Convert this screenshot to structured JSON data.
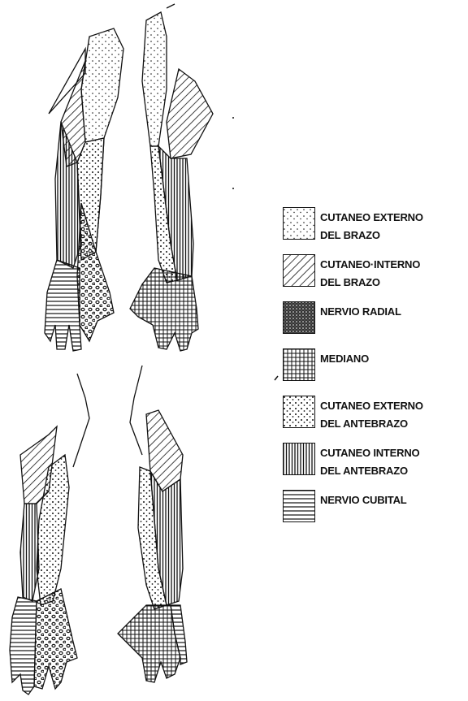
{
  "legend": [
    {
      "line1": "CUTANEO EXTERNO",
      "line2": "DEL BRAZO",
      "pattern": "dots-light"
    },
    {
      "line1": "CUTANEO·INTERNO",
      "line2": "DEL BRAZO",
      "pattern": "diagonal-light"
    },
    {
      "line1": "NERVIO RADIAL",
      "line2": "",
      "pattern": "dense-dark"
    },
    {
      "line1": "MEDIANO",
      "line2": "",
      "pattern": "grid"
    },
    {
      "line1": "CUTANEO EXTERNO",
      "line2": "DEL ANTEBRAZO",
      "pattern": "dots"
    },
    {
      "line1": "CUTANEO INTERNO",
      "line2": "DEL ANTEBRAZO",
      "pattern": "vertical-dark"
    },
    {
      "line1": "NERVIO CUBITAL",
      "line2": "",
      "pattern": "horizontal"
    }
  ],
  "colors": {
    "ink": "#111111",
    "paper": "#ffffff"
  }
}
